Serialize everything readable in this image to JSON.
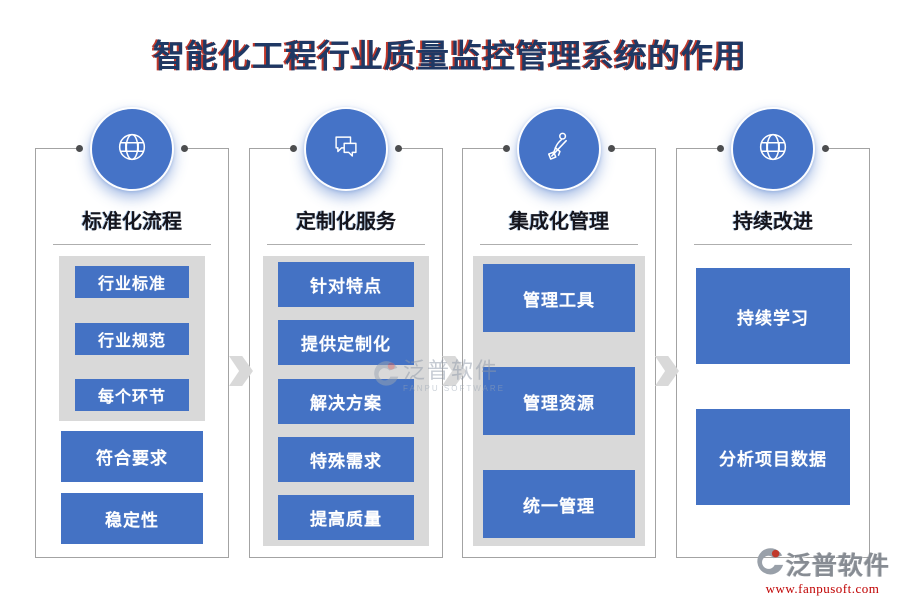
{
  "title": "智能化工程行业质量监控管理系统的作用",
  "columns": [
    {
      "header": "标准化流程",
      "icon": "globe-icon",
      "grouped_items": [
        "行业标准",
        "行业规范",
        "每个环节"
      ],
      "standalone_items": [
        "符合要求",
        "稳定性"
      ]
    },
    {
      "header": "定制化服务",
      "icon": "chat-bubbles-icon",
      "grouped_items": [
        "针对特点",
        "提供定制化",
        "解决方案",
        "特殊需求",
        "提高质量"
      ],
      "standalone_items": []
    },
    {
      "header": "集成化管理",
      "icon": "rowing-person-icon",
      "grouped_items": [
        "管理工具",
        "管理资源",
        "统一管理"
      ],
      "standalone_items": []
    },
    {
      "header": "持续改进",
      "icon": "globe-icon",
      "grouped_items": [],
      "standalone_items": [
        "持续学习",
        "分析项目数据"
      ]
    }
  ],
  "watermark": {
    "brand": "泛普软件",
    "caption": "FANPU SOFTWARE"
  },
  "footer": {
    "brand": "泛普软件",
    "url": "www.fanpusoft.com"
  },
  "colors": {
    "accent_blue": "#4472C4",
    "circle_blue": "#4573C7",
    "panel_gray": "#D9D9D9",
    "title_navy": "#1F3864",
    "title_shadow_red": "#C0392B",
    "url_red": "#C00000"
  }
}
